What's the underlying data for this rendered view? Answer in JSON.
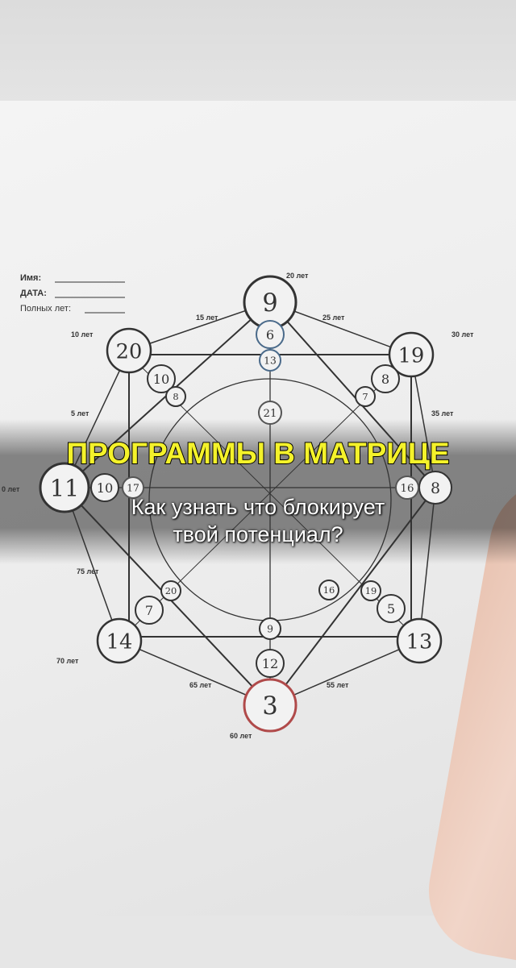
{
  "form": {
    "name_label": "Имя:",
    "date_label": "ДАТА:",
    "age_label": "Полных лет:"
  },
  "ages": {
    "a20": "20 лет",
    "a30": "30 лет",
    "a10": "10 лет",
    "a0": "0 лет",
    "a70": "70 лет",
    "a60": "60 лет",
    "a15": "15 лет",
    "a25": "25 лет",
    "a35": "35 лет",
    "a5": "5 лет",
    "a75": "75 лет",
    "a65": "65 лет",
    "a55": "55 лет"
  },
  "points": {
    "top": "9",
    "top2": "6",
    "top3": "13",
    "center_up": "21",
    "left": "11",
    "left2": "10",
    "left3": "17",
    "right": "8",
    "right2": "16",
    "bottom": "3",
    "bottom2": "12",
    "bottom3": "9",
    "tl": "20",
    "tl2": "10",
    "tl3": "8",
    "tr": "19",
    "tr2": "8",
    "tr3": "7",
    "bl": "14",
    "bl2": "7",
    "bl3": "20",
    "br": "13",
    "br2": "5",
    "br3": "19",
    "inner": "16"
  },
  "overlay": {
    "title": "ПРОГРАММЫ В МАТРИЦЕ",
    "subtitle_line1": "Как узнать что блокирует",
    "subtitle_line2": "твой потенциал?"
  },
  "colors": {
    "title": "#f4f22a",
    "bottom_circle": "#b04a4a",
    "blue_circle": "#4a6a8a"
  }
}
